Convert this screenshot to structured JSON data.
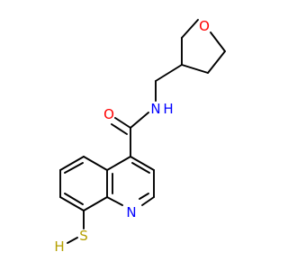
{
  "molecule": {
    "atoms": [
      {
        "id": "O1",
        "label": "O",
        "color": "#ff0000"
      },
      {
        "id": "N1",
        "label": "N",
        "color": "#0000ff"
      },
      {
        "id": "H1",
        "label": "H",
        "color": "#0000ff"
      },
      {
        "id": "O2",
        "label": "O",
        "color": "#ff0000"
      },
      {
        "id": "N2",
        "label": "N",
        "color": "#0000ff"
      },
      {
        "id": "S1",
        "label": "S",
        "color": "#b5a000"
      },
      {
        "id": "H2",
        "label": "H",
        "color": "#b5a000"
      }
    ],
    "bond_color": "#000000"
  }
}
